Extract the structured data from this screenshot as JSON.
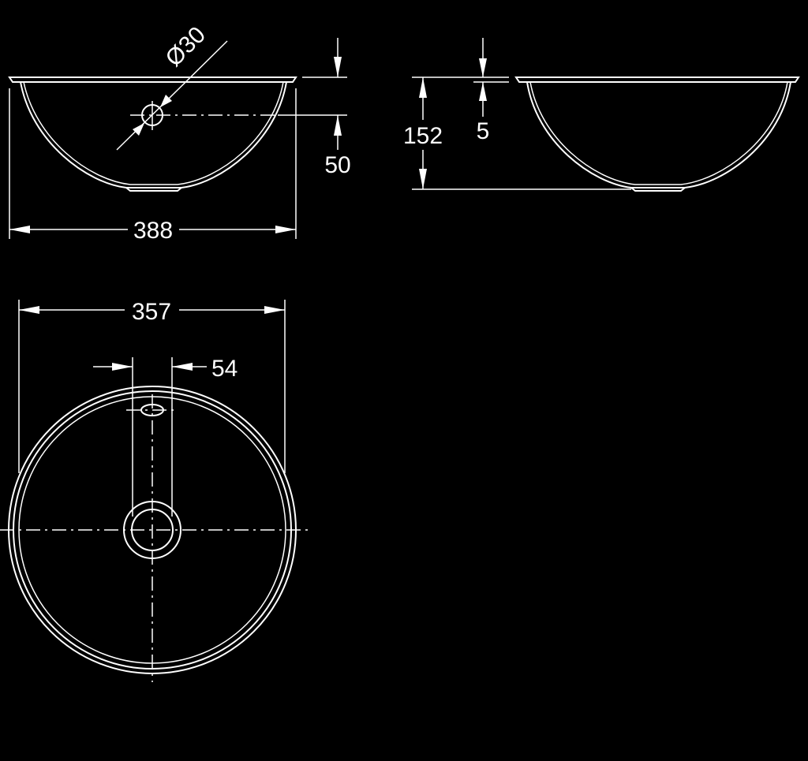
{
  "colors": {
    "background": "#000000",
    "line": "#ffffff"
  },
  "dimensions": {
    "overall_width": "388",
    "overflow_diameter": "Ø30",
    "overflow_height": "50",
    "depth": "152",
    "rim_thickness": "5",
    "inner_diameter": "357",
    "overflow_offset": "54"
  }
}
